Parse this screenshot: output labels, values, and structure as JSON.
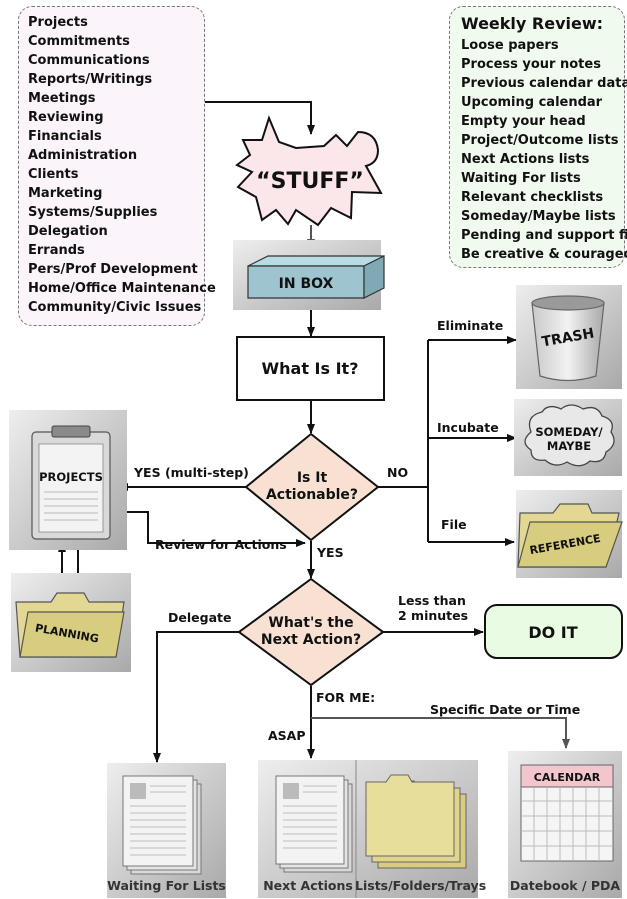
{
  "sources": {
    "items": [
      "Projects",
      "Commitments",
      "Communications",
      "Reports/Writings",
      "Meetings",
      "Reviewing",
      "Financials",
      "Administration",
      "Clients",
      "Marketing",
      "Systems/Supplies",
      "Delegation",
      "Errands",
      "Pers/Prof Development",
      "Home/Office Maintenance",
      "Community/Civic Issues"
    ]
  },
  "weekly_review": {
    "title": "Weekly Review:",
    "items": [
      "Loose papers",
      "Process your notes",
      "Previous calendar data",
      "Upcoming calendar",
      "Empty your head",
      "Project/Outcome lists",
      "Next Actions lists",
      "Waiting For lists",
      "Relevant checklists",
      "Someday/Maybe lists",
      "Pending and support files",
      "Be creative & courageous"
    ]
  },
  "nodes": {
    "stuff": "“STUFF”",
    "inbox": "IN BOX",
    "what_is_it": "What Is It?",
    "actionable_line1": "Is It",
    "actionable_line2": "Actionable?",
    "next_action_line1": "What's the",
    "next_action_line2": "Next Action?",
    "do_it": "DO IT",
    "trash": "TRASH",
    "someday_line1": "SOMEDAY/",
    "someday_line2": "MAYBE",
    "reference": "REFERENCE",
    "projects": "PROJECTS",
    "planning": "PLANNING",
    "calendar": "CALENDAR"
  },
  "edges": {
    "eliminate": "Eliminate",
    "incubate": "Incubate",
    "file": "File",
    "no": "NO",
    "yes_multi": "YES (multi-step)",
    "review": "Review for Actions",
    "yes": "YES",
    "delegate": "Delegate",
    "less_than_1": "Less than",
    "less_than_2": "2 minutes",
    "for_me": "FOR ME:",
    "specific": "Specific Date or Time",
    "asap": "ASAP"
  },
  "outputs": {
    "waiting": "Waiting For Lists",
    "next_actions": "Next Actions",
    "lists_folders": "Lists/Folders/Trays",
    "datebook": "Datebook / PDA"
  },
  "colors": {
    "sources_bg": "#fbf4fa",
    "review_bg": "#f1faee",
    "stuff_fill": "#fbe6ea",
    "diamond_fill": "#f8e1d2",
    "doit_fill": "#e9fbe3",
    "folder_fill": "#e3d893",
    "tray_fill": "#9dc4cf",
    "panel_bg": "#c9c9c9"
  }
}
